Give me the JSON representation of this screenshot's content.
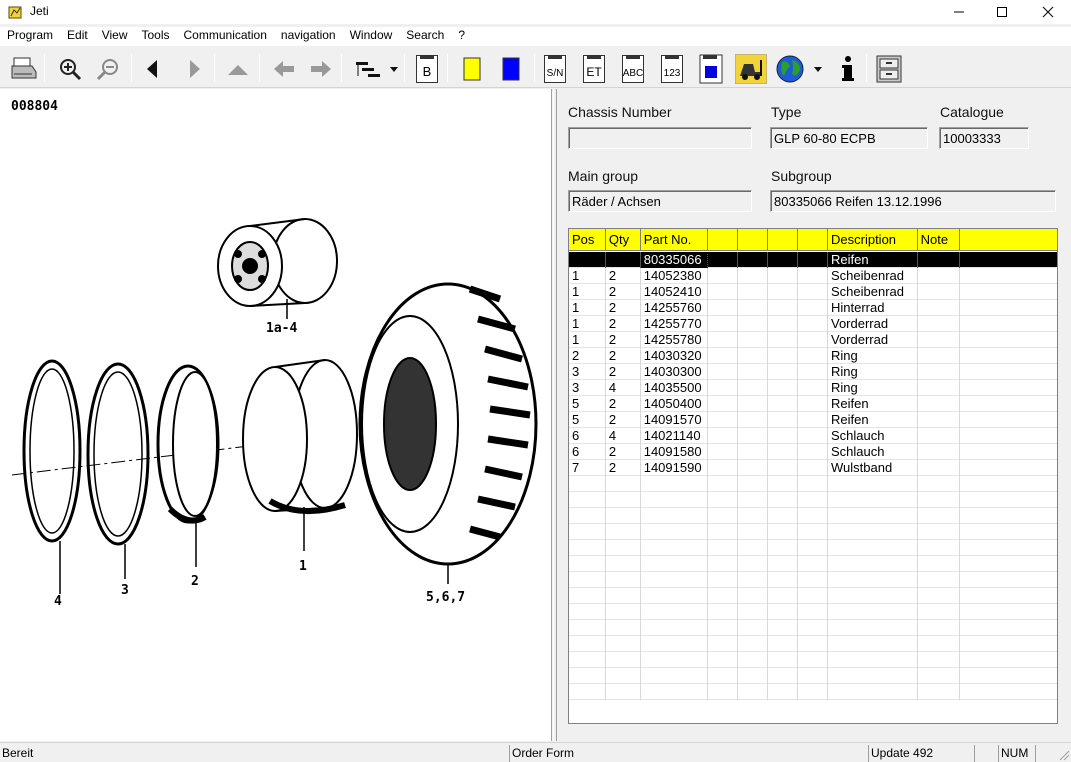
{
  "window": {
    "title": "Jeti"
  },
  "menu": [
    "Program",
    "Edit",
    "View",
    "Tools",
    "Communication",
    "navigation",
    "Window",
    "Search",
    "?"
  ],
  "toolbar": {
    "sn_label": "S/N",
    "et_label": "ET",
    "abc_label": "ABC",
    "num_label": "123",
    "b_label": "B"
  },
  "drawing": {
    "id": "008804",
    "labels": [
      "1a-4",
      "1",
      "2",
      "3",
      "4",
      "5,6,7"
    ]
  },
  "fields": {
    "chassis_label": "Chassis Number",
    "chassis_value": "",
    "type_label": "Type",
    "type_value": "GLP 60-80 ECPB",
    "catalogue_label": "Catalogue",
    "catalogue_value": "10003333",
    "main_group_label": "Main group",
    "main_group_value": "Räder / Achsen",
    "subgroup_label": "Subgroup",
    "subgroup_value": "80335066  Reifen 13.12.1996"
  },
  "table": {
    "headers": [
      "Pos",
      "Qty",
      "Part No.",
      "",
      "",
      "",
      "",
      "Description",
      "Note",
      ""
    ],
    "rows": [
      {
        "pos": "",
        "qty": "",
        "part": "80335066",
        "desc": "Reifen",
        "selected": true
      },
      {
        "pos": "1",
        "qty": "2",
        "part": "14052380",
        "desc": "Scheibenrad"
      },
      {
        "pos": "1",
        "qty": "2",
        "part": "14052410",
        "desc": "Scheibenrad"
      },
      {
        "pos": "1",
        "qty": "2",
        "part": "14255760",
        "desc": "Hinterrad"
      },
      {
        "pos": "1",
        "qty": "2",
        "part": "14255770",
        "desc": "Vorderrad"
      },
      {
        "pos": "1",
        "qty": "2",
        "part": "14255780",
        "desc": "Vorderrad"
      },
      {
        "pos": "2",
        "qty": "2",
        "part": "14030320",
        "desc": "Ring"
      },
      {
        "pos": "3",
        "qty": "2",
        "part": "14030300",
        "desc": "Ring"
      },
      {
        "pos": "3",
        "qty": "4",
        "part": "14035500",
        "desc": "Ring"
      },
      {
        "pos": "5",
        "qty": "2",
        "part": "14050400",
        "desc": "Reifen"
      },
      {
        "pos": "5",
        "qty": "2",
        "part": "14091570",
        "desc": "Reifen"
      },
      {
        "pos": "6",
        "qty": "4",
        "part": "14021140",
        "desc": "Schlauch"
      },
      {
        "pos": "6",
        "qty": "2",
        "part": "14091580",
        "desc": "Schlauch"
      },
      {
        "pos": "7",
        "qty": "2",
        "part": "14091590",
        "desc": "Wulstband"
      }
    ]
  },
  "status": {
    "ready": "Bereit",
    "order_form": "Order Form",
    "update": "Update 492",
    "num": "NUM"
  }
}
